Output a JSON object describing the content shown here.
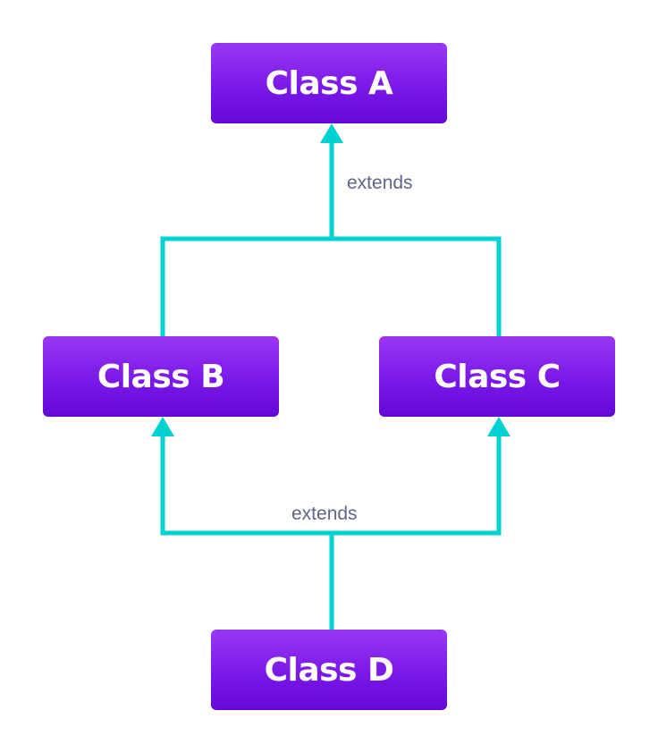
{
  "colors": {
    "connector": "#00d1d1",
    "box_top": "#9a37f3",
    "box_bottom": "#6408d9",
    "box_text": "#ffffff",
    "label_text": "#5f6582"
  },
  "nodes": {
    "a": {
      "label": "Class A"
    },
    "b": {
      "label": "Class B"
    },
    "c": {
      "label": "Class C"
    },
    "d": {
      "label": "Class D"
    }
  },
  "relations": {
    "top_label": "extends",
    "bottom_label": "extends"
  }
}
